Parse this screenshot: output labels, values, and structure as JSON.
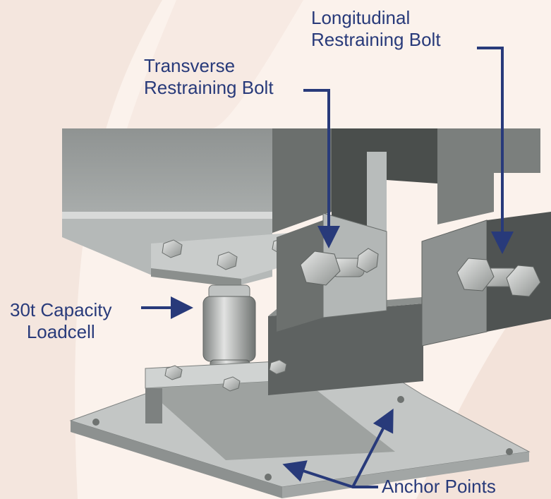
{
  "labels": {
    "longitudinal": {
      "line1": "Longitudinal",
      "line2": "Restraining Bolt"
    },
    "transverse": {
      "line1": "Transverse",
      "line2": "Restraining Bolt"
    },
    "loadcell": {
      "line1": "30t Capacity",
      "line2": "Loadcell"
    },
    "anchor": "Anchor Points"
  },
  "colors": {
    "background": "#fbf2ec",
    "swoosh": "#f4e3da",
    "label_text": "#283a7a",
    "arrow": "#283a7a",
    "steel_light": "#c4c7c6",
    "steel_mid": "#9a9e9d",
    "steel_dark": "#5d6160",
    "bolt": "#cfd1d0"
  },
  "icons": {
    "bolt_head": "hex-bolt-icon",
    "anchor_hole": "anchor-hole-icon"
  }
}
